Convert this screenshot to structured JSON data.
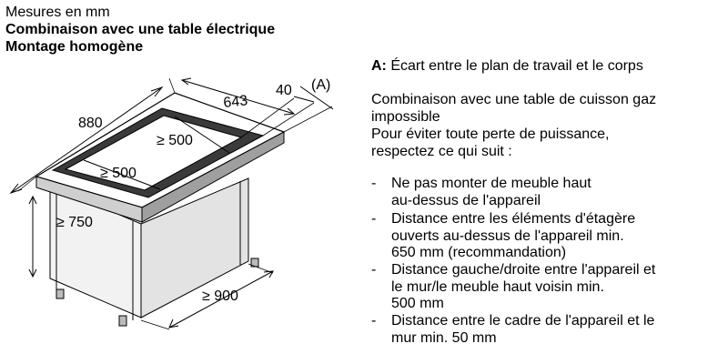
{
  "header": {
    "line1": "Mesures en mm",
    "line2": "Combinaison avec une table électrique",
    "line3": "Montage homogène"
  },
  "diagram": {
    "dim_width": "643",
    "dim_gap": "40",
    "dim_depth": "880",
    "marker": "(A)",
    "cutout_back": "≥ 500",
    "cutout_front": "≥ 500",
    "cabinet_height": "≥ 750",
    "cabinet_width": "≥ 900"
  },
  "notes": {
    "a_label": "A:",
    "a_text": " Écart entre le plan de travail et le corps",
    "para1_line1": "Combinaison avec une table de cuisson gaz",
    "para1_line2": "impossible",
    "para1_line3": "Pour éviter toute perte de puissance,",
    "para1_line4": "respectez ce qui suit :",
    "dash": "-",
    "bullets": [
      "Ne pas monter de meuble haut\nau-dessus de l'appareil",
      "Distance entre les éléments d'étagère\nouverts au-dessus de l'appareil min.\n650 mm (recommandation)",
      "Distance gauche/droite entre l'appareil et\nle mur/le meuble haut voisin min.\n500 mm",
      "Distance entre le cadre de l'appareil et le\nmur min. 50 mm"
    ]
  }
}
